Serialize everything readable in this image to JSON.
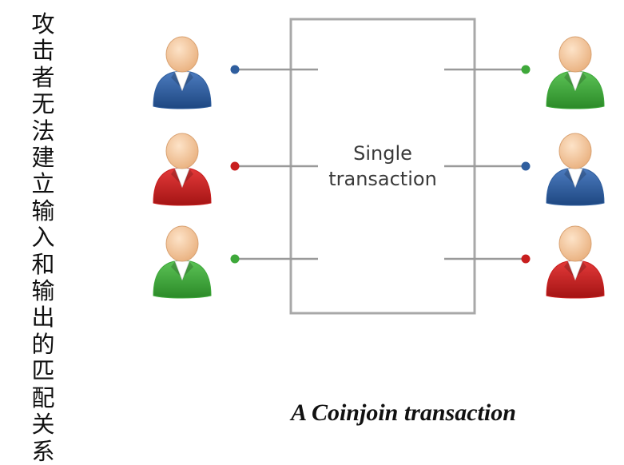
{
  "side_caption": "攻击者无法建立输入和输出的匹配关系",
  "transaction_box": {
    "label_line1": "Single",
    "label_line2": "transaction"
  },
  "caption": "A Coinjoin transaction",
  "colors": {
    "blue": "#2f5e9e",
    "red": "#c81e1e",
    "green": "#3ea83a",
    "skin": "#f5c9a0",
    "box": "#a8a8a8"
  },
  "inputs": [
    {
      "color": "blue"
    },
    {
      "color": "red"
    },
    {
      "color": "green"
    }
  ],
  "outputs": [
    {
      "color": "green"
    },
    {
      "color": "blue"
    },
    {
      "color": "red"
    }
  ]
}
